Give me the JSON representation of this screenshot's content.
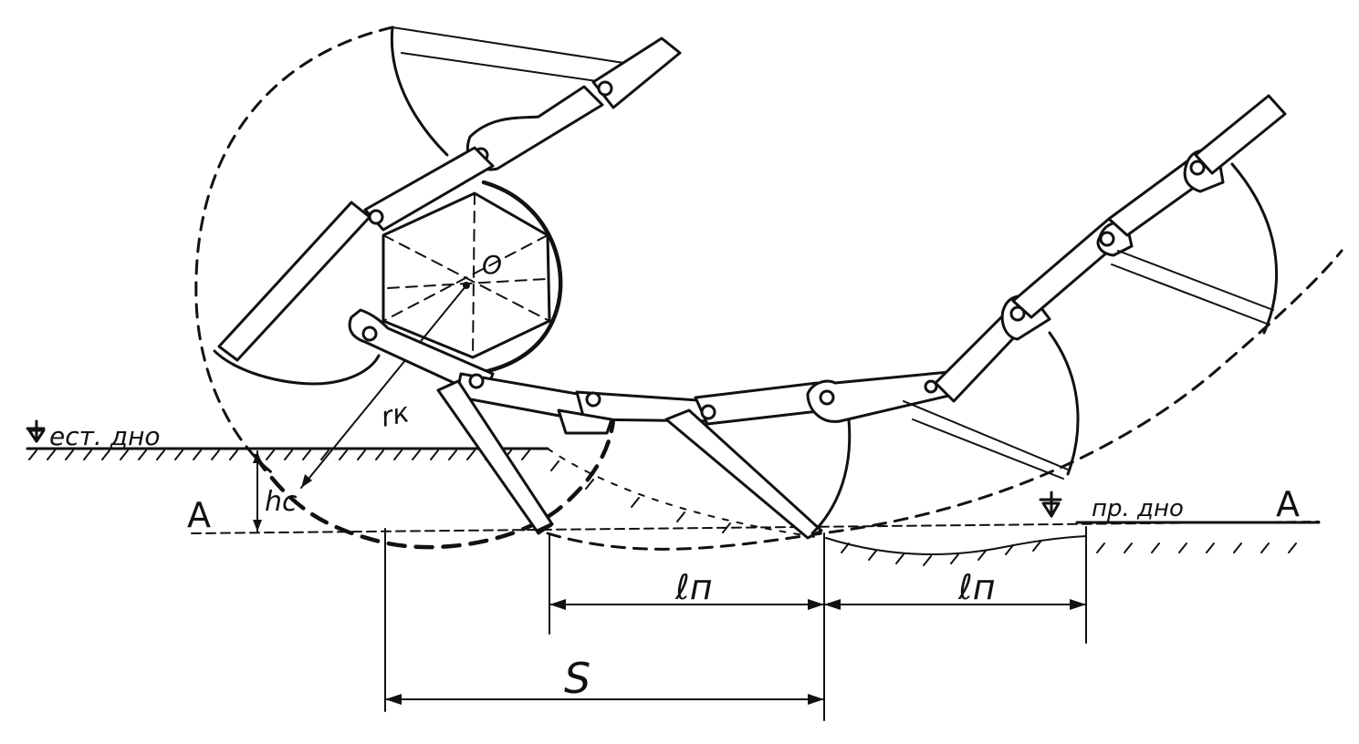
{
  "labels": {
    "natural_bottom": "ест. дно",
    "design_bottom": "пр. дно",
    "center": "O",
    "radius": "rк",
    "cut_depth": "hc",
    "section_left": "A",
    "section_right": "A",
    "pitch_1": "ℓп",
    "pitch_2": "ℓп",
    "step": "S"
  }
}
